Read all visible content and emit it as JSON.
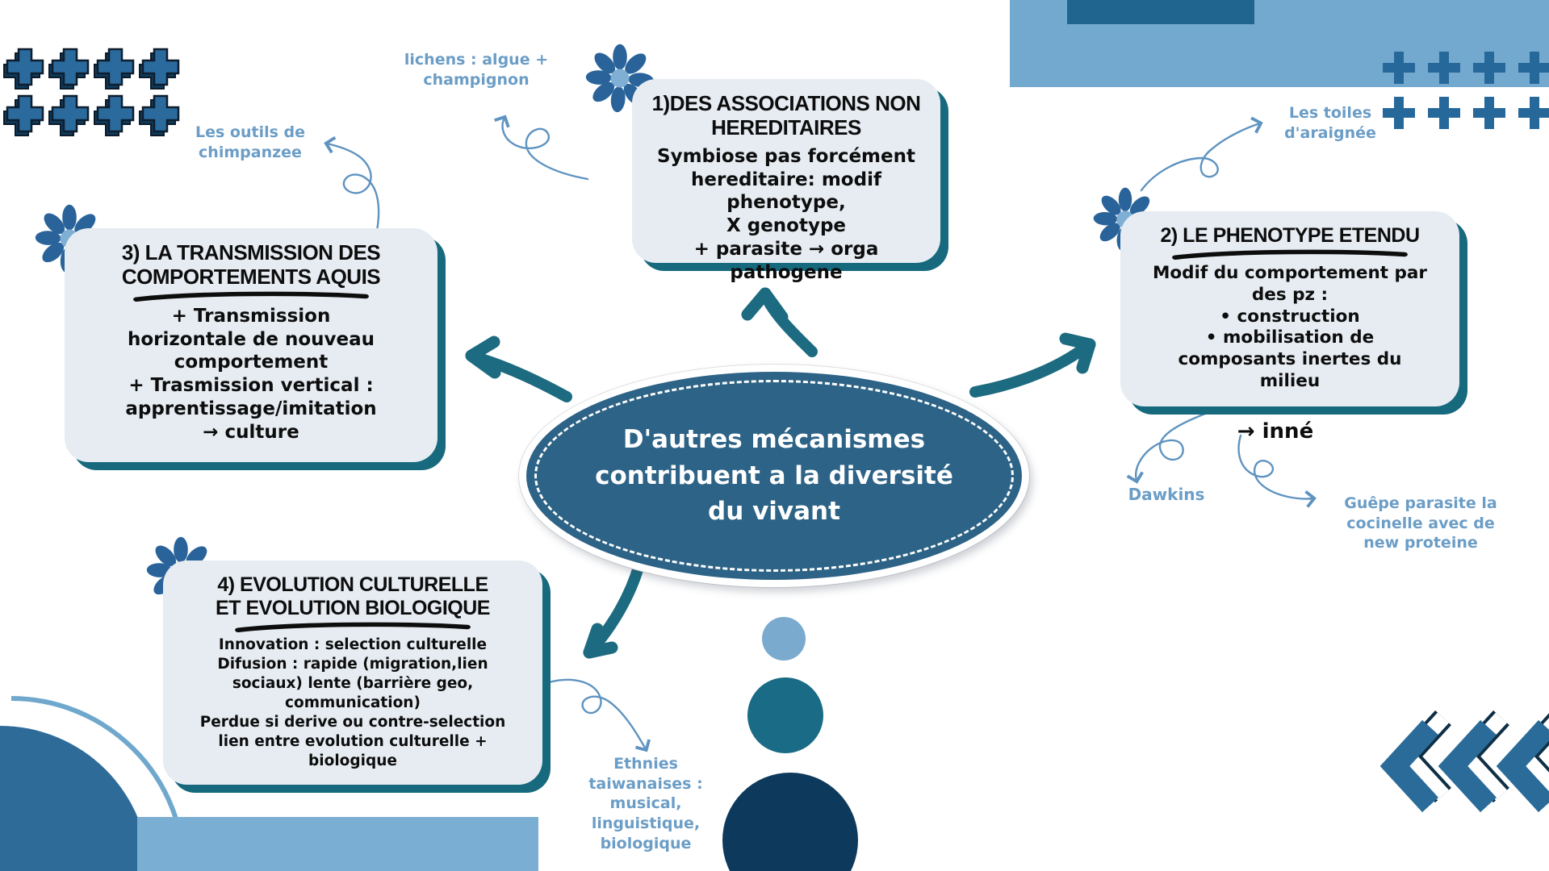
{
  "center": {
    "title": "D'autres mécanismes\ncontribuent a la diversité\ndu vivant",
    "fill": "#2d6386"
  },
  "boxes": [
    {
      "id": "associations-non-hereditaires",
      "title": "1)DES ASSOCIATIONS NON\nHEREDITAIRES",
      "body": "Symbiose pas forcément\nhereditaire: modif phenotype,\nX genotype\n+ parasite → orga pathogene"
    },
    {
      "id": "phenotype-etendu",
      "title": "2) LE PHENOTYPE ETENDU",
      "body": "Modif du comportement par\ndes pz :\n•      construction\n•      mobilisation de\ncomposants inertes du\nmilieu",
      "after": "→ inné"
    },
    {
      "id": "transmission-comportements-aquis",
      "title": "3) LA TRANSMISSION DES\nCOMPORTEMENTS AQUIS",
      "body": "+ Transmission\nhorizontale de nouveau\ncomportement\n+ Trasmission vertical :\napprentissage/imitation\n→ culture"
    },
    {
      "id": "evolution-culturelle-biologique",
      "title": "4) EVOLUTION CULTURELLE\nET EVOLUTION BIOLOGIQUE",
      "body": "Innovation : selection culturelle\nDifusion : rapide (migration,lien\nsociaux) lente (barrière geo,\ncommunication)\nPerdue si derive ou contre-selection\nlien entre evolution culturelle +\nbiologique"
    }
  ],
  "annotations": {
    "lichens": "lichens : algue +\nchampignon",
    "chimpanzee": "Les outils de\nchimpanzee",
    "toiles": "Les toiles\nd'araignée",
    "dawkins": "Dawkins",
    "guepe": "Guêpe parasite la\ncocinelle avec de\nnew proteine",
    "ethnies": "Ethnies\ntaiwanaises :\nmusical,\nlinguistique,\nbiologique",
    "inne": "→ inné"
  },
  "colors": {
    "teal_arrow": "#1c6b80",
    "box_shadow_teal": "#17697e",
    "box_fill": "#e6ecf2",
    "ellipse_fill": "#2d6386",
    "note_blue": "#6b9dc6",
    "curl_blue": "#5f93c0",
    "banner_blue": "#74a9cf",
    "banner_dark_rect": "#20658f",
    "plus_blue": "#27689b",
    "chevron_blue": "#2a6b99",
    "quarter_disc": "#2f6b99",
    "strip_blue": "#7aaed3",
    "circle_light": "#7aaace",
    "circle_teal": "#1a6b85",
    "circle_navy": "#0d3a5c"
  }
}
